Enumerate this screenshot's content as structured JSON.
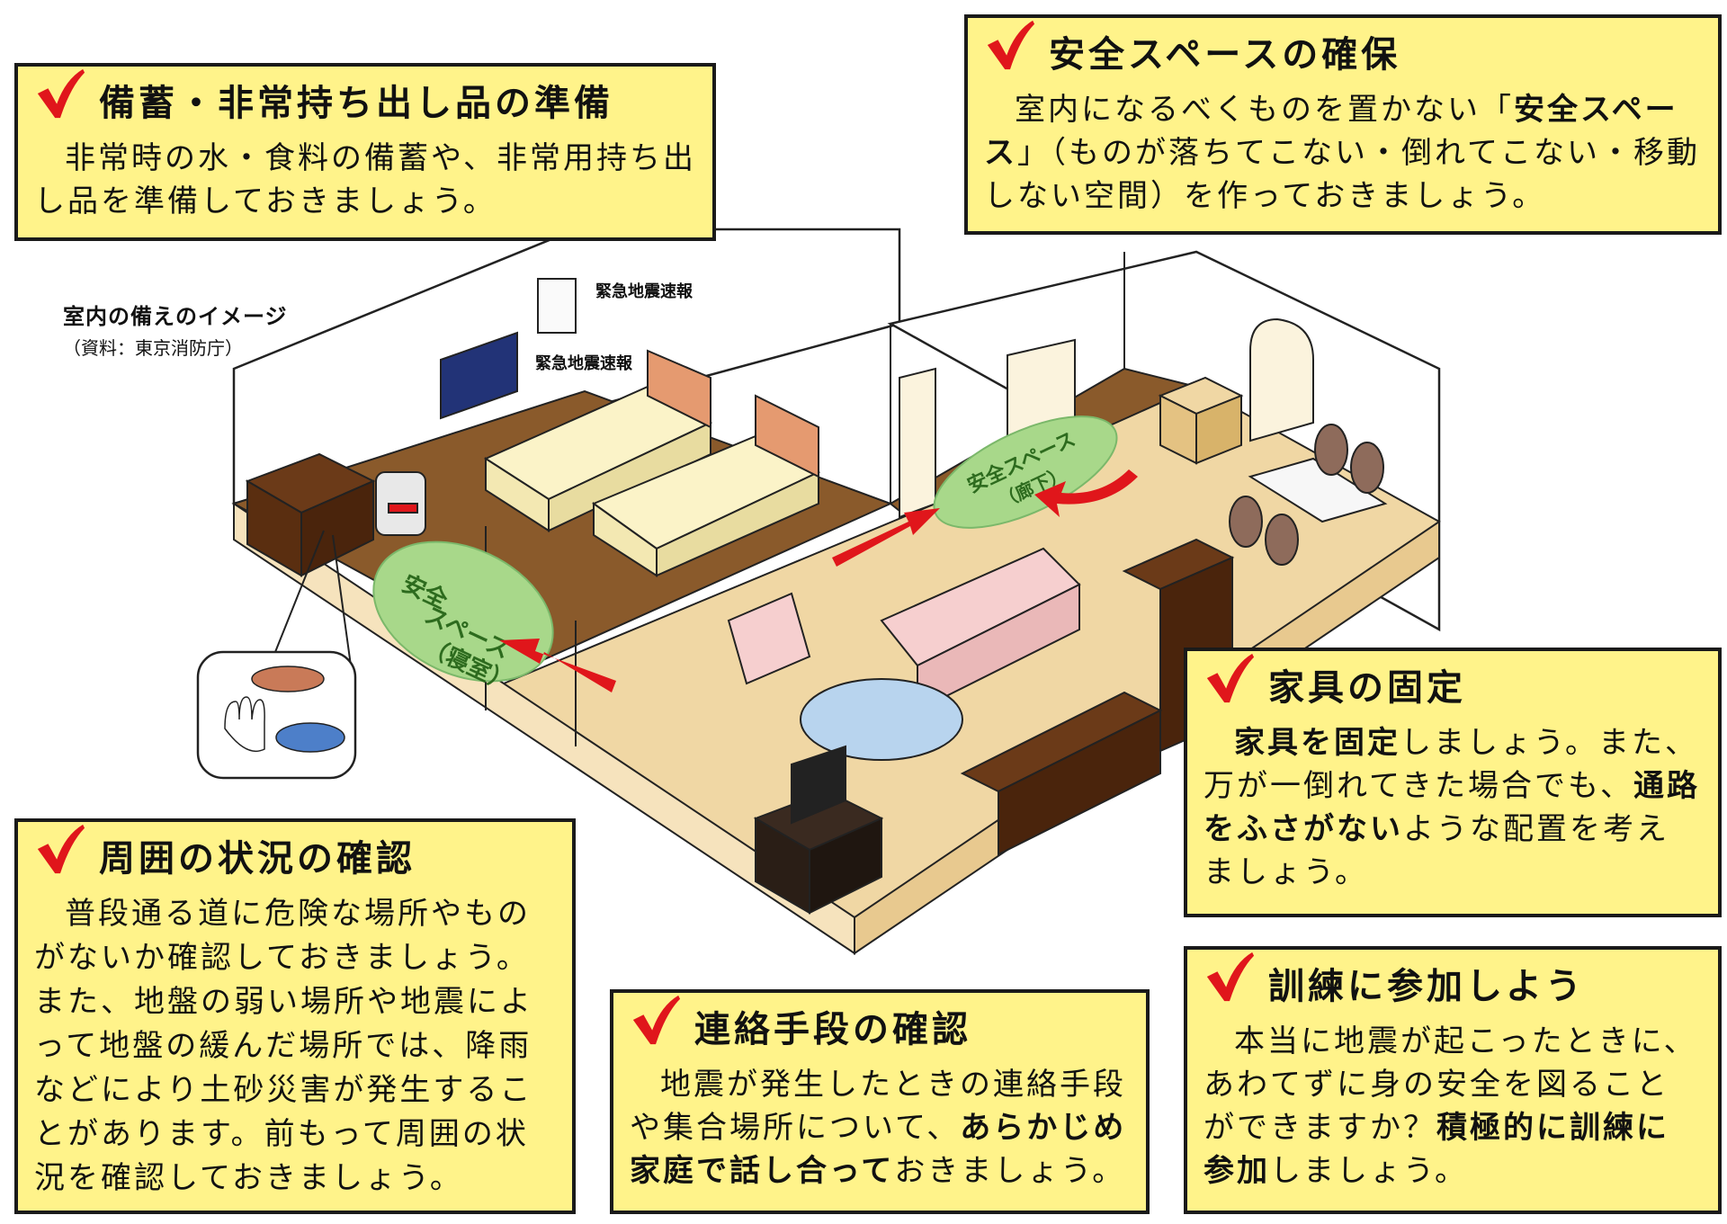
{
  "caption": {
    "title": "室内の備えのイメージ",
    "source": "（資料：東京消防庁）"
  },
  "labels": {
    "eew_top": "緊急地震速報",
    "eew_tv": "緊急地震速報",
    "safe_bedroom_1": "安全",
    "safe_bedroom_2": "スペース",
    "safe_bedroom_3": "（寝室）",
    "safe_hallway_1": "安全スペース",
    "safe_hallway_2": "（廊下）"
  },
  "boxes": {
    "stockpile": {
      "title": "備蓄・非常持ち出し品の準備",
      "body": "非常時の水・食料の備蓄や、非常用持ち出し品を準備しておきましょう。"
    },
    "safe_space": {
      "title": "安全スペースの確保",
      "body_1": "室内になるべくものを置かない「",
      "body_bold": "安全スペース",
      "body_2": "」（ものが落ちてこない・倒れてこない・移動しない空間）を作っておきましょう。"
    },
    "furniture": {
      "title": "家具の固定",
      "bold_1": "家具を固定",
      "body_1": "しましょう。また、万が一倒れてきた場合でも、",
      "bold_2": "通路をふさがない",
      "body_2": "ような配置を考えましょう。"
    },
    "surroundings": {
      "title": "周囲の状況の確認",
      "body": "普段通る道に危険な場所やものがないか確認しておきましょう。また、地盤の弱い場所や地震によって地盤の緩んだ場所では、降雨などにより土砂災害が発生することがあります。前もって周囲の状況を確認しておきましょう。"
    },
    "contact": {
      "title": "連絡手段の確認",
      "body_1": "地震が発生したときの連絡手段や集合場所について、",
      "bold": "あらかじめ家庭で話し合って",
      "body_2": "おきましょう。"
    },
    "drill": {
      "title": "訓練に参加しよう",
      "body_1": "本当に地震が起こったときに、あわてずに身の安全を図ることができますか？",
      "bold": "積極的に訓練に参加",
      "body_2": "しましょう。"
    }
  },
  "colors": {
    "box_bg": "#fff38a",
    "check": "#e0161b",
    "floor_dark": "#8a5a2b",
    "floor_light": "#f0d7a4",
    "safe_zone": "#a8d88a",
    "arrow": "#e0161b"
  },
  "icons": [
    "check-icon",
    "arrow-icon"
  ]
}
